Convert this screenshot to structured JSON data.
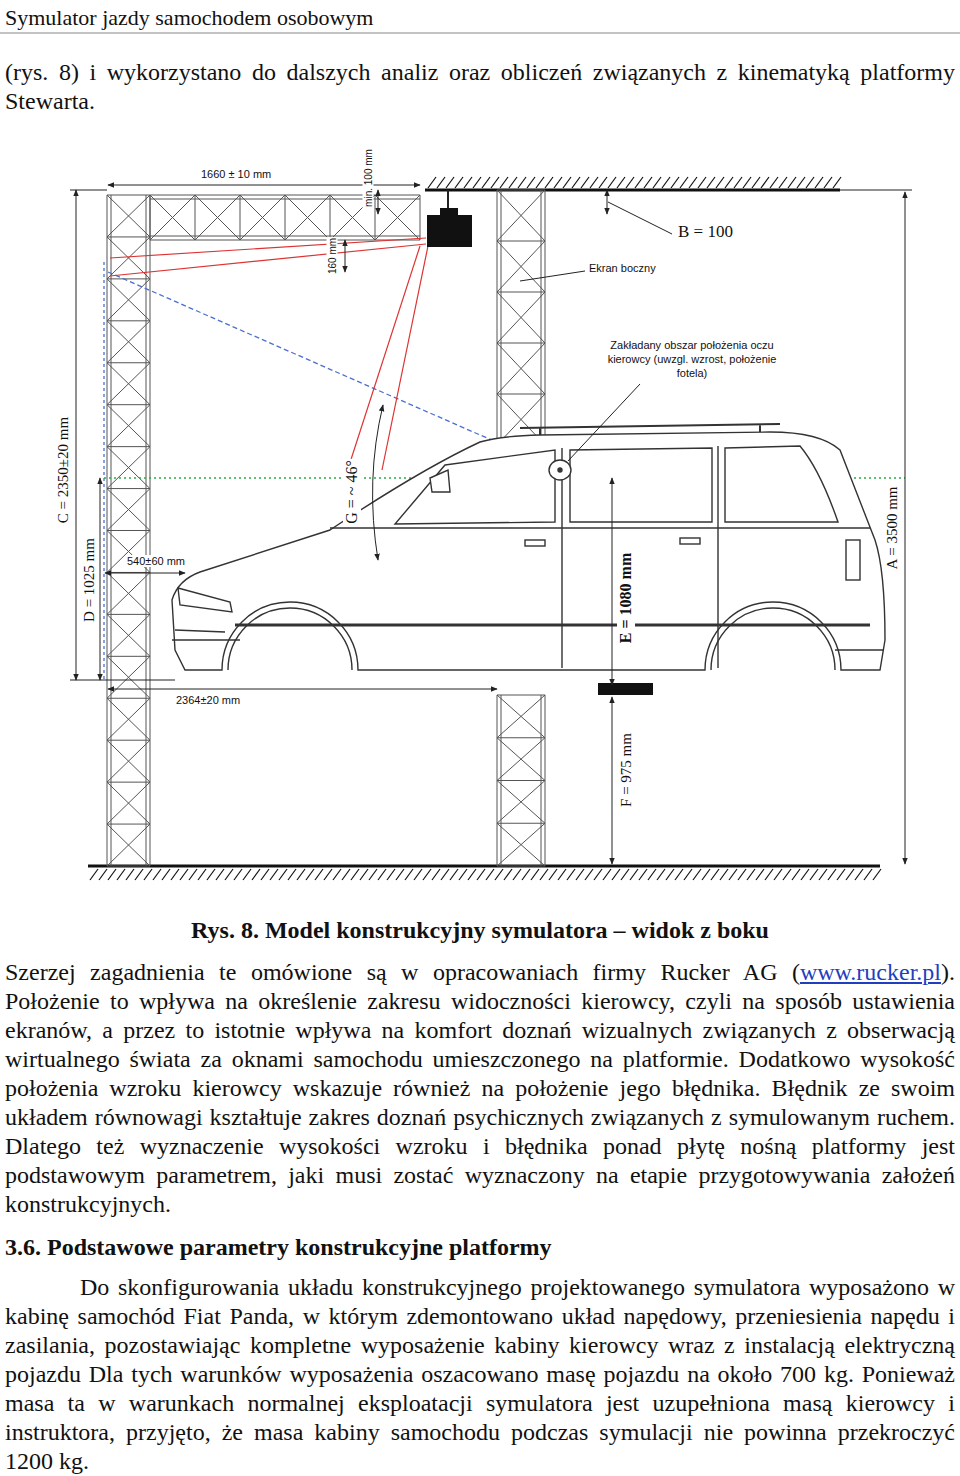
{
  "diagram": {
    "caption": "Rys. 8. Model konstrukcyjny symulatora – widok z boku",
    "labels": [
      "Symulator jazdy samochodem osobowym",
      "(rys. 8) i wykorzystano do dalszych analiz oraz obliczeń związanych z kinematyką platformy Stewarta.",
      "1660 ± 10 mm",
      "min. 100 mm",
      "160 mm",
      "B = 100",
      "Ekran boczny",
      "Zakładany obszar położenia oczu kierowcy (uwzgl. wzrost, położenie fotela)",
      "C = 2350±20 mm",
      "G = ~ 46°",
      "540±60 mm",
      "D = 1025 mm",
      "E = 1080 mm",
      "A = 3500 mm",
      "2364±20 mm",
      "F = 975 mm",
      "Szerzej zagadnienia te omówione są w opracowaniach firmy Rucker AG (",
      "www.rucker.pl",
      "). Położenie to wpływa na określenie zakresu widoczności kierowcy, czyli na sposób ustawienia ekranów, a przez to istotnie wpływa na komfort doznań wizualnych związanych z obserwacją wirtualnego świata za oknami samochodu umieszczonego na platformie. Dodatkowo wysokość położenia wzroku kierowcy wskazuje również na położenie jego błędnika. Błędnik ze swoim układem równowagi kształtuje zakres doznań psychicznych związanych z symulowanym ruchem. Dlatego też wyznaczenie wysokości wzroku i błędnika ponad płytę nośną platformy jest podstawowym parametrem, jaki musi zostać wyznaczony na etapie przygotowywania założeń konstrukcyjnych.",
      "3.6. Podstawowe parametry konstrukcyjne platformy",
      "Do skonfigurowania układu konstrukcyjnego projektowanego symulatora wyposażono w kabinę samochód Fiat Panda, w którym zdemontowano układ napędowy, przeniesienia napędu i zasilania, pozostawiając kompletne wyposażenie kabiny kierowcy wraz z instalacją elektryczną pojazdu Dla tych warunków wyposażenia oszacowano masę pojazdu na około 700 kg. Ponieważ masa ta w warunkach normalnej eksploatacji symulatora jest uzupełniona masą kierowcy i instruktora, przyjęto, że masa kabiny samochodu podczas symulacji nie powinna przekroczyć 1200 kg."
    ]
  }
}
